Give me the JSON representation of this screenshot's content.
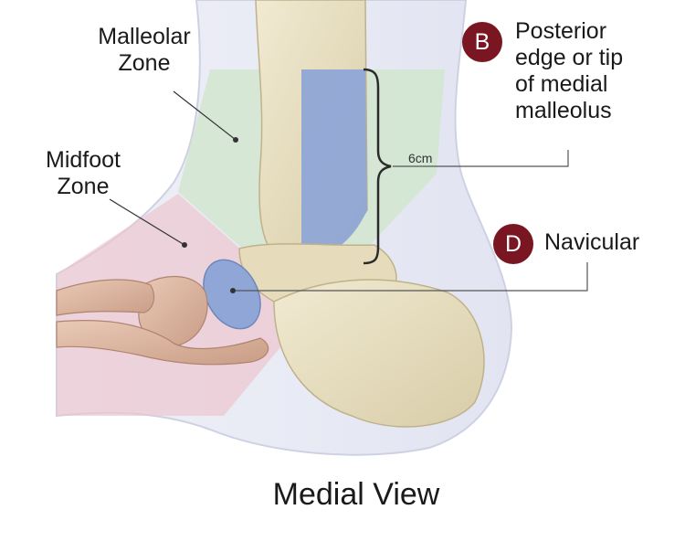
{
  "labels": {
    "malleolar_zone": [
      "Malleolar",
      "Zone"
    ],
    "midfoot_zone": [
      "Midfoot",
      "Zone"
    ],
    "posterior_edge": [
      "Posterior",
      "edge or tip",
      "of medial",
      "malleolus"
    ],
    "navicular": "Navicular",
    "measurement": "6cm",
    "view_title": "Medial View"
  },
  "badges": {
    "b": "B",
    "d": "D"
  },
  "colors": {
    "badge": "#7a1522",
    "malleolar_zone": "#cfe6c9",
    "midfoot_zone": "#ecc6cf",
    "highlight_bone": "#8fa6d6",
    "bone": "#e9e0c3",
    "foot_outline": "#d6d8e8"
  }
}
